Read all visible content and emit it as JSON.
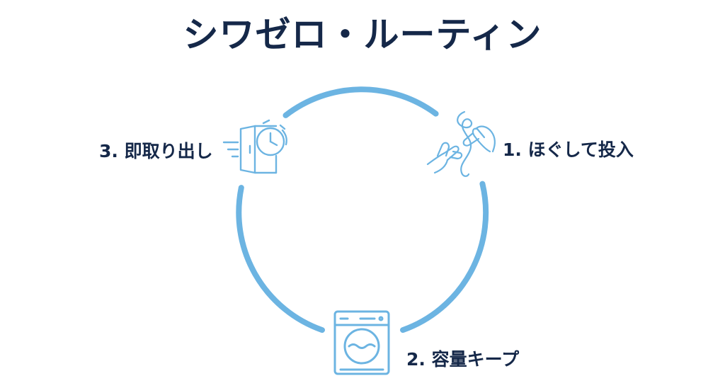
{
  "title": "シワゼロ・ルーティン",
  "steps": [
    {
      "label": "1. ほぐして投入",
      "icon": "hands-untangling-icon"
    },
    {
      "label": "2. 容量キープ",
      "icon": "washing-machine-icon"
    },
    {
      "label": "3. 即取り出し",
      "icon": "quick-door-timer-icon"
    }
  ],
  "colors": {
    "title": "#152849",
    "cycle": "#6cb4e2",
    "icon": "#6cb4e2"
  }
}
